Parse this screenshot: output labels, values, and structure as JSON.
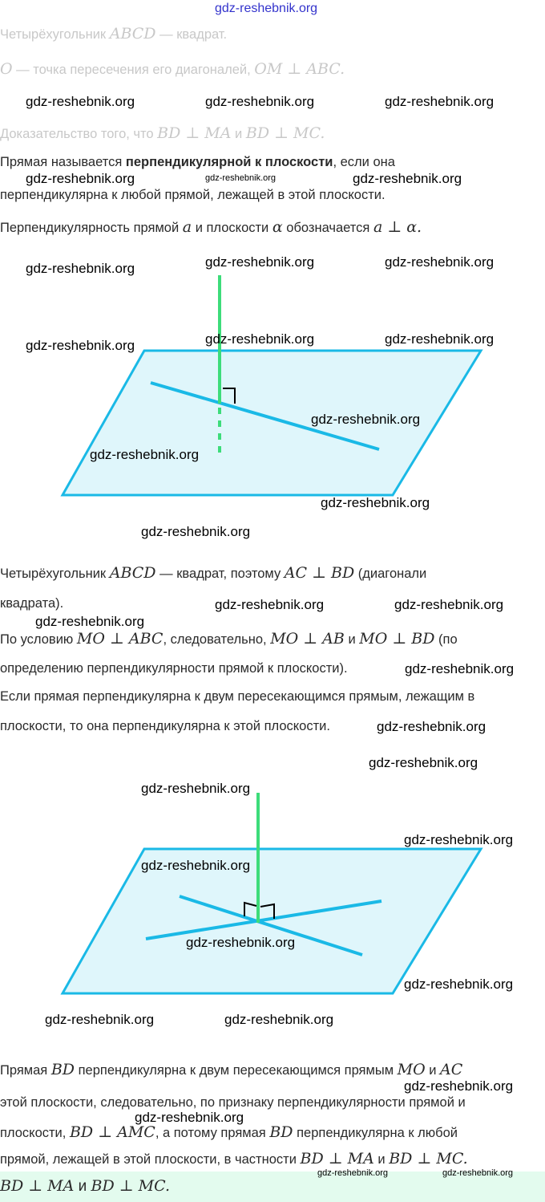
{
  "header": {
    "site": "gdz-reshebnik.org"
  },
  "given": {
    "l1_text": "Четырёхугольник ",
    "l1_m": "ABCD",
    "l1_end": " — квадрат.",
    "l2_m1": "O",
    "l2_text": " — точка пересечения его диагоналей, ",
    "l2_m2": "OM ⊥ ABC."
  },
  "prove": {
    "text": "Доказательство того, что ",
    "m1": "BD ⊥ MA",
    "and": " и ",
    "m2": "BD ⊥ MC."
  },
  "definition": {
    "p1": "Прямая называется ",
    "bold": "перпендикулярной к плоскости",
    "p2": ", если она",
    "p3": "перпендикулярна к любой прямой, лежащей в этой плоскости.",
    "n1": "Перпендикулярность прямой ",
    "a": "a",
    "n2": " и плоскости ",
    "alpha": "α",
    "n3": " обозначается ",
    "sym": "a ⊥ α."
  },
  "solution": {
    "s1a": "Четырёхугольник ",
    "s1m": "ABCD",
    "s1b": " — квадрат, поэтому ",
    "s1m2": "AC ⊥ BD",
    "s1c": " (диагонали",
    "s1d": "квадрата).",
    "s2a": "По условию ",
    "s2m1": "MO ⊥ ABC",
    "s2b": ", следовательно, ",
    "s2m2": "MO ⊥ AB",
    "s2c": " и ",
    "s2m3": "MO ⊥ BD",
    "s2d": " (по",
    "s2e": "определению перпендикулярности прямой к плоскости).",
    "s3a": "Если прямая перпендикулярна к двум пересекающимся прямым, лежащим в",
    "s3b": "плоскости, то она перпендикулярна к этой плоскости.",
    "s4a": "Прямая ",
    "s4m1": "BD",
    "s4b": " перпендикулярна к двум пересекающимся прямым ",
    "s4m2": "MO",
    "s4c": " и ",
    "s4m3": "AC",
    "s4d": "этой плоскости, следовательно, по признаку перпендикулярности прямой и",
    "s4e": "плоскости, ",
    "s4m4": "BD ⊥ AMC",
    "s4f": ", а потому прямая ",
    "s4m5": "BD",
    "s4g": " перпендикулярна к любой",
    "s4h": "прямой, лежащей в этой плоскости, в частности ",
    "s4m6": "BD ⊥ MA",
    "s4i": " и ",
    "s4m7": "BD ⊥ MC."
  },
  "answer": {
    "m1": "BD ⊥ MA",
    "and": " и ",
    "m2": "BD ⊥ MC."
  },
  "watermark": "gdz-reshebnik.org",
  "colors": {
    "plane_fill": "#dff6fb",
    "plane_stroke": "#1ab9e6",
    "normal": "#3ddc7a",
    "answer_bg": "#e3fbee"
  }
}
